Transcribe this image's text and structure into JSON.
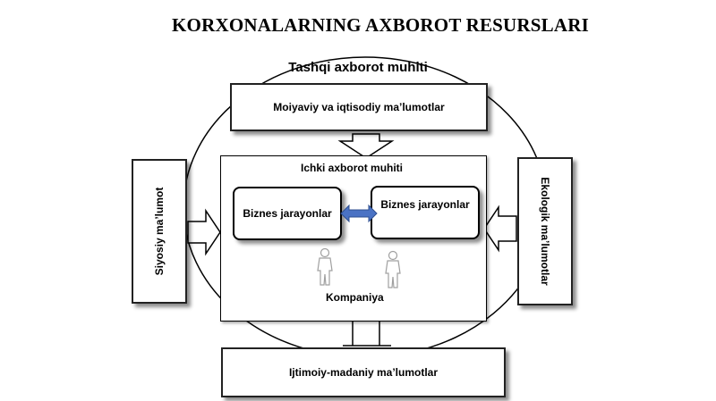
{
  "title": "KORXONALARNING AXBOROT RESURSLARI",
  "outer_environment": "Tashqi axborot muhiti",
  "sources": {
    "top": "Moiyaviy va iqtisodiy ma’lumotlar",
    "bottom": "Ijtimoiy-madaniy ma’lumotlar",
    "left": "Siyosiy ma’lumot",
    "right": "Ekologik ma’lumotlar"
  },
  "inner_environment": "Ichki axborot  muhiti",
  "processes": [
    "Biznes jarayonlar",
    "Biznes jarayonlar"
  ],
  "company": "Kompaniya",
  "colors": {
    "exchange_arrow": "#4a72c4",
    "exchange_arrow_stroke": "#2f4f8f",
    "person": "#a0a0a0"
  }
}
